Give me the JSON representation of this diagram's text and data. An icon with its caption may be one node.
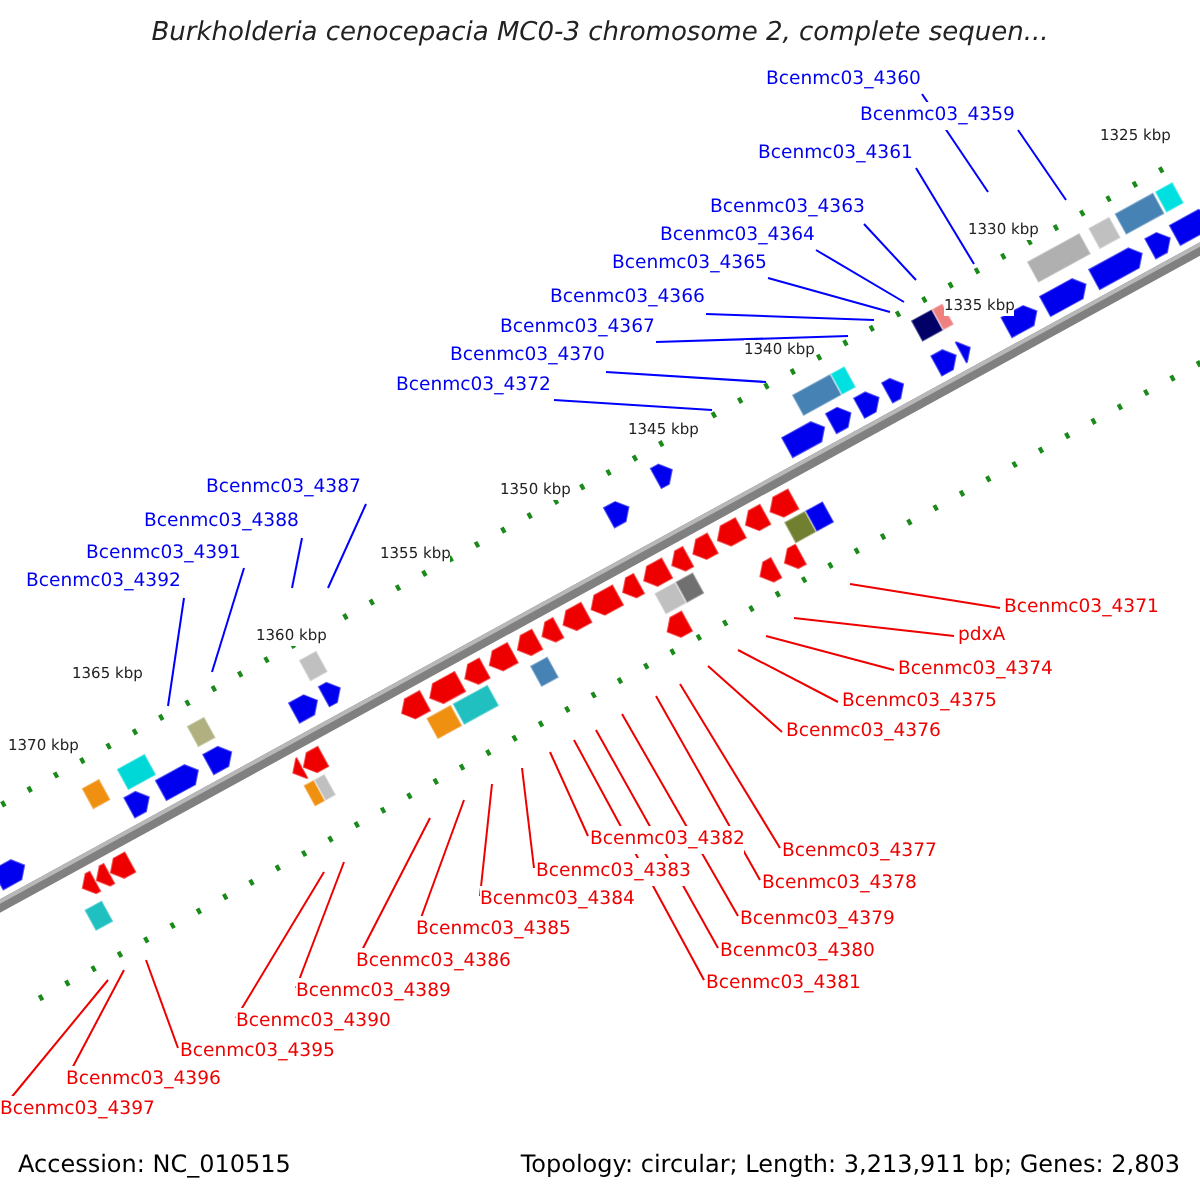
{
  "diagram": {
    "title": "Burkholderia cenocepacia MC0-3 chromosome 2, complete sequen...",
    "nodes": [
      {
        "text": [
          "Bcenmc03_4360"
        ]
      },
      {
        "text": [
          "Bcenmc03_4359"
        ]
      },
      {
        "text": [
          "Bcenmc03_4361"
        ]
      },
      {
        "text": [
          "Bcenmc03_4363"
        ]
      },
      {
        "text": [
          "Bcenmc03_4364"
        ]
      },
      {
        "text": [
          "Bcenmc03_4365"
        ]
      },
      {
        "text": [
          "Bcenmc03_4366"
        ]
      },
      {
        "text": [
          "Bcenmc03_4367"
        ]
      },
      {
        "text": [
          "Bcenmc03_4370"
        ]
      },
      {
        "text": [
          "Bcenmc03_4372"
        ]
      },
      {
        "text": [
          "Bcenmc03_4387"
        ]
      },
      {
        "text": [
          "Bcenmc03_4388"
        ]
      },
      {
        "text": [
          "Bcenmc03_4391"
        ]
      },
      {
        "text": [
          "Bcenmc03_4392"
        ]
      },
      {
        "text": [
          "Bcenmc03_4371"
        ]
      },
      {
        "text": [
          "pdxA"
        ]
      },
      {
        "text": [
          "Bcenmc03_4374"
        ]
      },
      {
        "text": [
          "Bcenmc03_4375"
        ]
      },
      {
        "text": [
          "Bcenmc03_4376"
        ]
      },
      {
        "text": [
          "Bcenmc03_4382"
        ]
      },
      {
        "text": [
          "Bcenmc03_4377"
        ]
      },
      {
        "text": [
          "Bcenmc03_4383"
        ]
      },
      {
        "text": [
          "Bcenmc03_4378"
        ]
      },
      {
        "text": [
          "Bcenmc03_4384"
        ]
      },
      {
        "text": [
          "Bcenmc03_4379"
        ]
      },
      {
        "text": [
          "Bcenmc03_4385"
        ]
      },
      {
        "text": [
          "Bcenmc03_4380"
        ]
      },
      {
        "text": [
          "Bcenmc03_4386"
        ]
      },
      {
        "text": [
          "Bcenmc03_4381"
        ]
      },
      {
        "text": [
          "Bcenmc03_4389"
        ]
      },
      {
        "text": [
          "Bcenmc03_4390"
        ]
      },
      {
        "text": [
          "Bcenmc03_4395"
        ]
      },
      {
        "text": [
          "Bcenmc03_4396"
        ]
      },
      {
        "text": [
          "Bcenmc03_4397"
        ]
      }
    ],
    "edges": [
      {
        "from": 0,
        "to": null,
        "arrow": "none",
        "color": "#0000ff"
      },
      {
        "from": 1,
        "to": null,
        "arrow": "none",
        "color": "#0000ff"
      },
      {
        "from": 2,
        "to": null,
        "arrow": "none",
        "color": "#0000ff"
      },
      {
        "from": 3,
        "to": null,
        "arrow": "none",
        "color": "#0000ff"
      },
      {
        "from": 4,
        "to": null,
        "arrow": "none",
        "color": "#0000ff"
      },
      {
        "from": 5,
        "to": null,
        "arrow": "none",
        "color": "#0000ff"
      },
      {
        "from": 6,
        "to": null,
        "arrow": "none",
        "color": "#0000ff"
      },
      {
        "from": 7,
        "to": null,
        "arrow": "none",
        "color": "#0000ff"
      },
      {
        "from": 8,
        "to": null,
        "arrow": "none",
        "color": "#0000ff"
      },
      {
        "from": 9,
        "to": null,
        "arrow": "none",
        "color": "#0000ff"
      },
      {
        "from": 10,
        "to": null,
        "arrow": "none",
        "color": "#0000ff"
      },
      {
        "from": 11,
        "to": null,
        "arrow": "none",
        "color": "#0000ff"
      },
      {
        "from": 12,
        "to": null,
        "arrow": "none",
        "color": "#0000ff"
      },
      {
        "from": 13,
        "to": null,
        "arrow": "none",
        "color": "#0000ff"
      },
      {
        "from": 14,
        "to": null,
        "arrow": "none"
      },
      {
        "from": 15,
        "to": null,
        "arrow": "none"
      },
      {
        "from": 16,
        "to": null,
        "arrow": "none"
      },
      {
        "from": 17,
        "to": null,
        "arrow": "none"
      },
      {
        "from": 18,
        "to": null,
        "arrow": "none"
      },
      {
        "from": 19,
        "to": null,
        "arrow": "none"
      },
      {
        "from": 20,
        "to": null,
        "arrow": "none"
      },
      {
        "from": 21,
        "to": null,
        "arrow": "none"
      },
      {
        "from": 22,
        "to": null,
        "arrow": "none"
      },
      {
        "from": 23,
        "to": null,
        "arrow": "none"
      },
      {
        "from": 24,
        "to": null,
        "arrow": "none"
      },
      {
        "from": 25,
        "to": null,
        "arrow": "none"
      },
      {
        "from": 26,
        "to": null,
        "arrow": "none"
      },
      {
        "from": 27,
        "to": null,
        "arrow": "none"
      },
      {
        "from": 28,
        "to": null,
        "arrow": "none"
      },
      {
        "from": 29,
        "to": null,
        "arrow": "none"
      },
      {
        "from": 30,
        "to": null,
        "arrow": "none"
      },
      {
        "from": 31,
        "to": null,
        "arrow": "none"
      },
      {
        "from": 32,
        "to": null,
        "arrow": "none"
      },
      {
        "from": 33,
        "to": null,
        "arrow": "none"
      }
    ],
    "labels": [
      "1325 kbp",
      "1330 kbp",
      "1335 kbp",
      "1340 kbp",
      "1345 kbp",
      "1350 kbp",
      "1355 kbp",
      "1360 kbp",
      "1365 kbp",
      "1370 kbp",
      "Accession: NC_010515",
      "Topology: circular; Length: 3,213,911 bp; Genes: 2,803"
    ]
  }
}
